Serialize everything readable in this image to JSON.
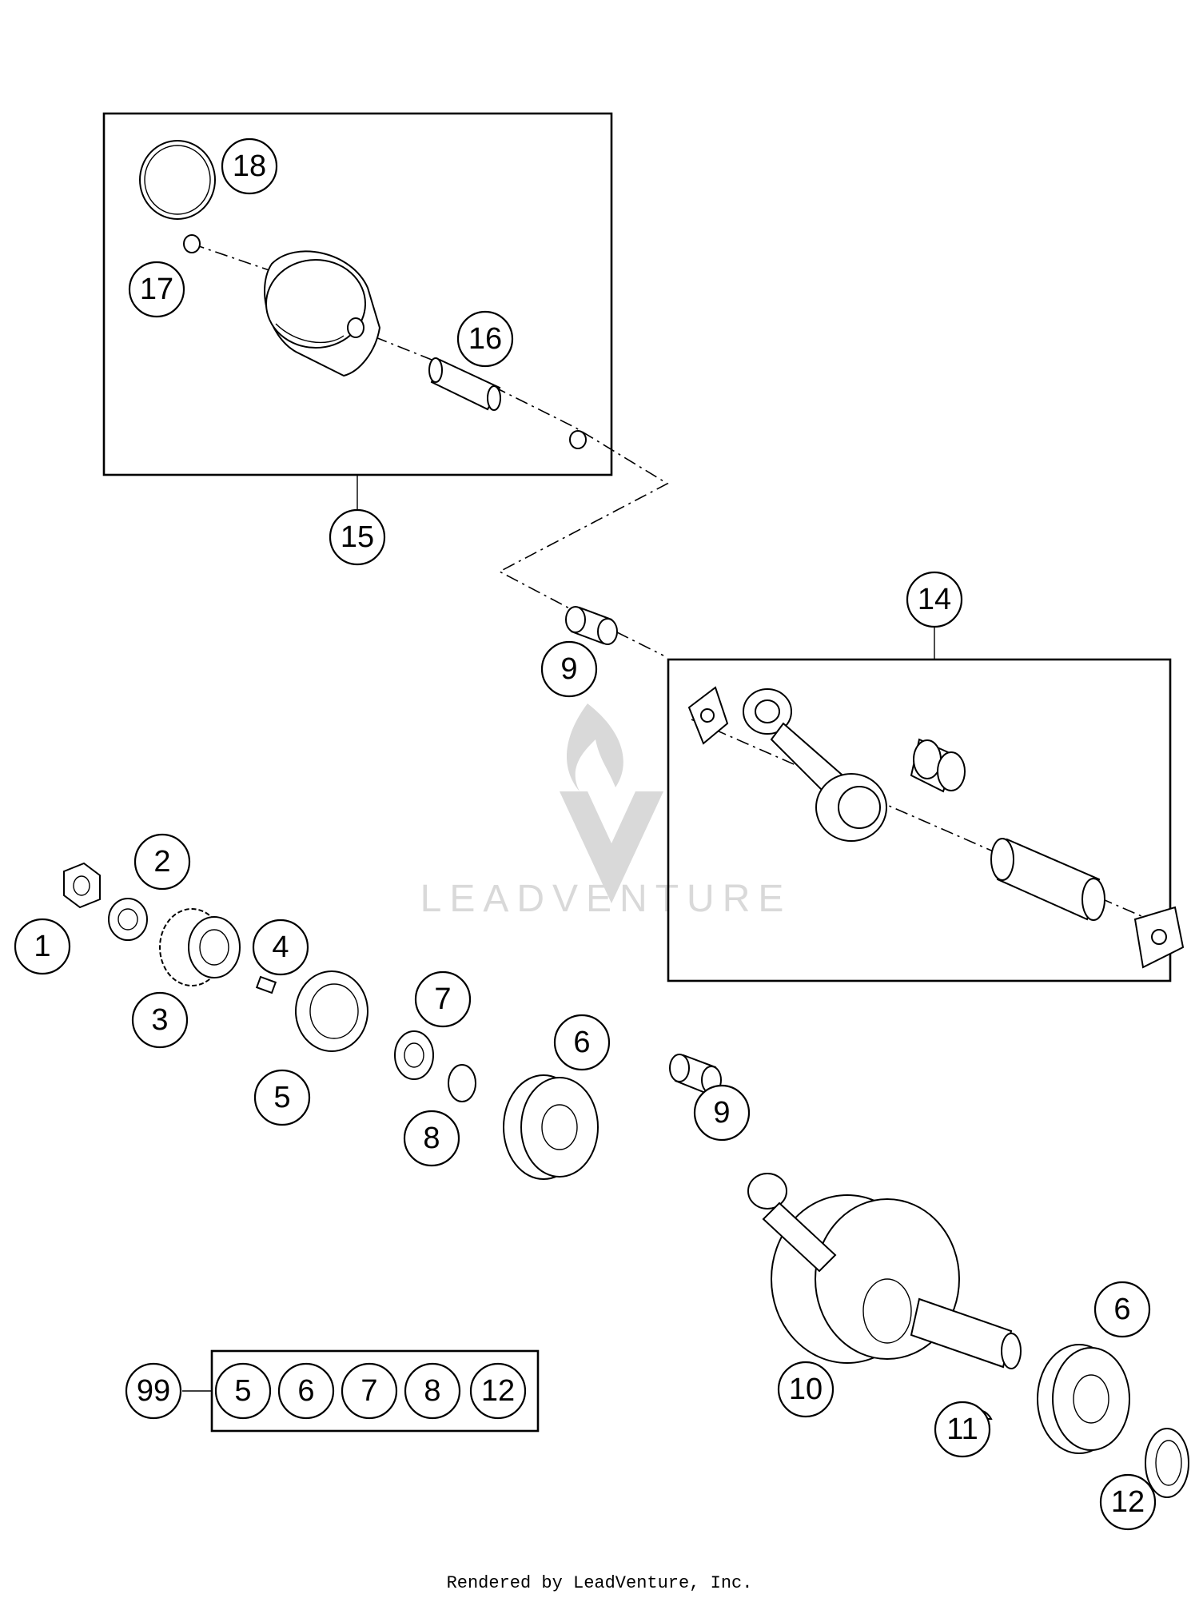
{
  "watermark": {
    "text": "LEADVENTURE",
    "color": "#d9d9d9"
  },
  "footer": {
    "text": "Rendered by LeadVenture, Inc."
  },
  "callouts": {
    "c1": "1",
    "c2": "2",
    "c3": "3",
    "c4": "4",
    "c5": "5",
    "c6a": "6",
    "c6b": "6",
    "c7": "7",
    "c8": "8",
    "c9a": "9",
    "c9b": "9",
    "c10": "10",
    "c11": "11",
    "c12": "12",
    "c14": "14",
    "c15": "15",
    "c16": "16",
    "c17": "17",
    "c18": "18"
  },
  "kit": {
    "label": "99",
    "items": [
      "5",
      "6",
      "7",
      "8",
      "12"
    ]
  }
}
